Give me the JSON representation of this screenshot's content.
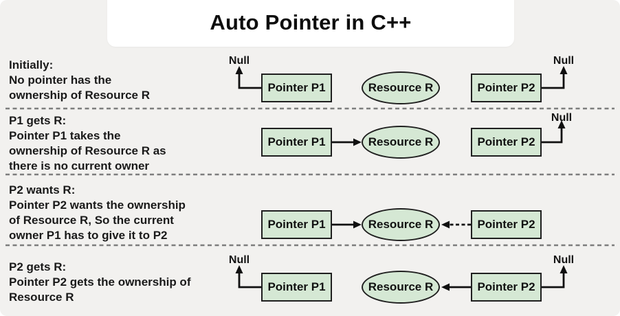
{
  "title": "Auto Pointer in C++",
  "colors": {
    "bg": "#f2f1ef",
    "card": "#ffffff",
    "node-fill": "#d5e8d4",
    "node-border": "#1f1f1f",
    "ink": "#1a1a1a",
    "arrow": "#101010",
    "separator": "#7d7d7d"
  },
  "labels": {
    "pointer_p1": "Pointer P1",
    "pointer_p2": "Pointer P2",
    "resource": "Resource R",
    "null": "Null"
  },
  "rows": [
    {
      "caption": [
        "Initially:",
        "No pointer has the",
        "ownership of Resource R"
      ]
    },
    {
      "caption": [
        "P1 gets R:",
        "Pointer P1 takes the",
        "ownership of Resource R as",
        "there is no current owner"
      ]
    },
    {
      "caption": [
        "P2 wants R:",
        "Pointer P2 wants the ownership",
        "of Resource R, So the current",
        "owner P1 has to give it to P2"
      ]
    },
    {
      "caption": [
        "P2 gets R:",
        "Pointer P2 gets the ownership of",
        "Resource R"
      ]
    }
  ]
}
